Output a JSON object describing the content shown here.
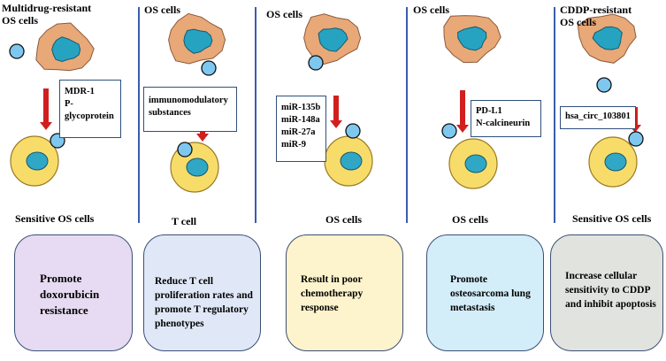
{
  "panels": [
    {
      "top_label": "Multidrug-resistant\nOS cells",
      "box_lines": [
        "MDR-1",
        "P-glycoprotein"
      ],
      "bottom_label": "Sensitive OS cells",
      "outcome": "Promote doxorubicin resistance",
      "card_color": "#e6dbf2"
    },
    {
      "top_label": "OS cells",
      "box_lines": [
        "immunomodulatory",
        "substances"
      ],
      "bottom_label": "T cell",
      "outcome": "Reduce T cell proliferation rates and promote T regulatory phenotypes",
      "card_color": "#e0e8f7"
    },
    {
      "top_label": "OS cells",
      "box_lines": [
        "miR-135b",
        "miR-148a",
        "miR-27a",
        "miR-9"
      ],
      "bottom_label": "OS cells",
      "outcome": "Result in poor chemotherapy response",
      "card_color": "#fdf3cc"
    },
    {
      "top_label": "OS cells",
      "box_lines": [
        "PD-L1",
        "N-calcineurin"
      ],
      "bottom_label": "OS cells",
      "outcome": "Promote osteosarcoma lung metastasis",
      "card_color": "#d3edf9"
    },
    {
      "top_label": "CDDP-resistant\nOS cells",
      "box_lines": [
        "hsa_circ_103801"
      ],
      "bottom_label": "Sensitive OS cells",
      "outcome": "Increase cellular sensitivity to CDDP and inhibit apoptosis",
      "card_color": "#e1e4de"
    }
  ],
  "colors": {
    "divider": "#3a5dab",
    "arrow": "#d11f1f",
    "source_cell_body": "#e8a878",
    "source_cell_nucleus": "#27a3c2",
    "target_cell_body": "#f8dc6a",
    "target_cell_nucleus": "#31a7c6",
    "vesicle": "#7ec8ef"
  },
  "icons": [
    "source-cell-icon",
    "vesicle-icon",
    "target-cell-icon",
    "down-arrow-icon"
  ]
}
